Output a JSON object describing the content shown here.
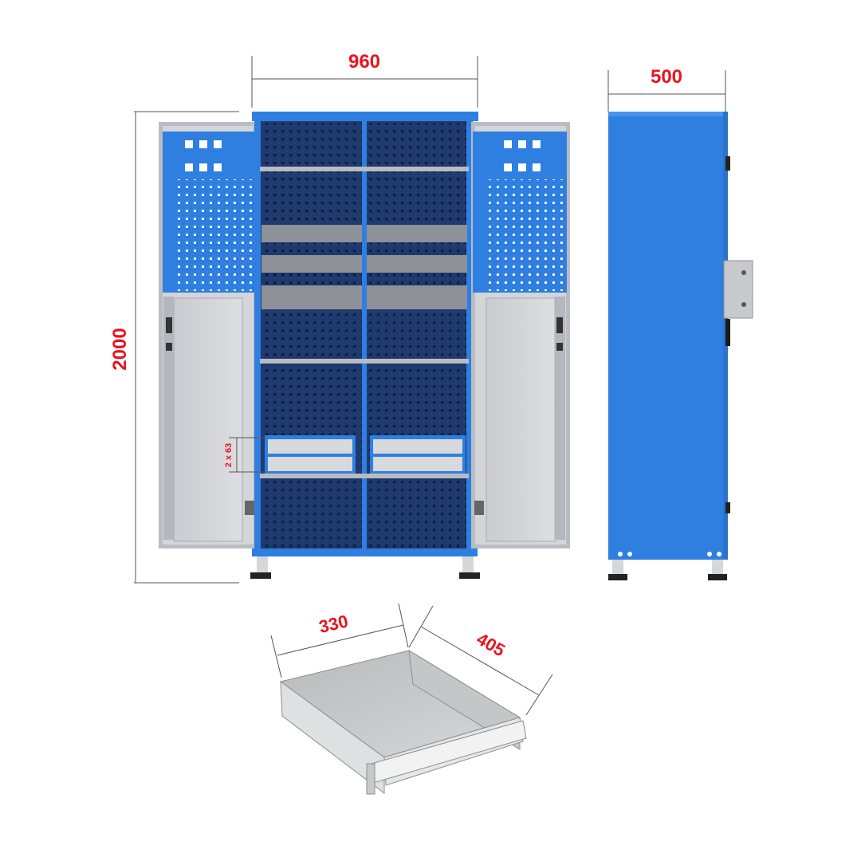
{
  "dimensions": {
    "width": "960",
    "depth": "500",
    "height": "2000",
    "drawer_heights": "2 x 63",
    "drawer_width": "330",
    "drawer_depth": "405"
  },
  "colors": {
    "accent_blue": "#2f7fe0",
    "dark_blue_panel": "#1e3a6e",
    "steel_grey": "#c9ccd1",
    "frame_grey": "#aeb3ba",
    "label_red": "#e8141e"
  },
  "views": [
    "front-view-open",
    "side-view",
    "drawer-isometric"
  ]
}
